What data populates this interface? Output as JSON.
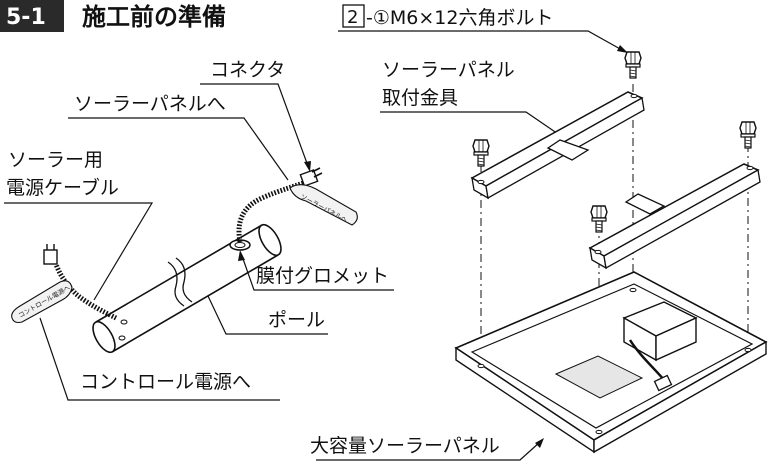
{
  "header": {
    "section_number": "5-1",
    "section_title": "施工前の準備"
  },
  "parts_label": {
    "box_number": "2",
    "text": "-①M6×12六角ボルト"
  },
  "labels": {
    "connector": "コネクタ",
    "to_solar_panel": "ソーラーパネルへ",
    "solar_cable_line1": "ソーラー用",
    "solar_cable_line2": "電源ケーブル",
    "grommet": "膜付グロメット",
    "pole": "ポール",
    "to_control_power": "コントロール電源へ",
    "bracket_line1": "ソーラーパネル",
    "bracket_line2": "取付金具",
    "large_panel": "大容量ソーラーパネル"
  },
  "cable_tags": {
    "tag_to_panel": "ソーラーパネルへ",
    "tag_to_control": "コントロール電源へ"
  },
  "colors": {
    "line": "#111111",
    "title_box": "#2a2a2a",
    "panel_cell": "#e6e6e6",
    "tag_fill": "#f2f2f2"
  }
}
